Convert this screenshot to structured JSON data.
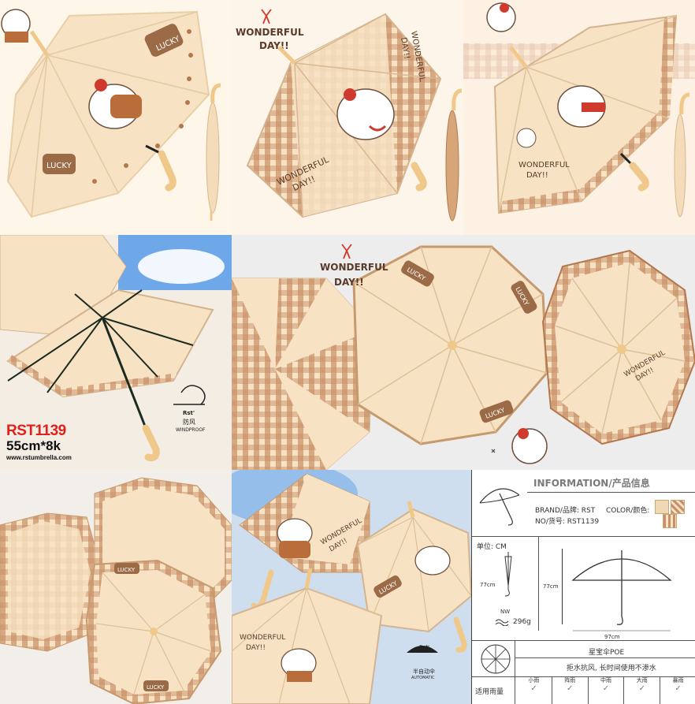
{
  "texts": {
    "lucky": "LUCKY",
    "wonderful": "WONDERFUL",
    "day": "DAY!!",
    "windproof_brand": "Rst'",
    "windproof_cn": "防风",
    "windproof_en": "WINDPROOF",
    "model_big": "RST1139",
    "size_big": "55cm*8k",
    "website": "www.rstumbrella.com",
    "auto_brand": "Rst'",
    "auto_cn": "半自动伞",
    "auto_en": "AUTOMATIC"
  },
  "info": {
    "title": "INFORMATION/产品信息",
    "brand": "BRAND/品牌: RST",
    "color": "COLOR/颜色:",
    "model_no": "NO/货号: RST1139",
    "unit": "单位: CM",
    "height_folded": "77cm",
    "height_open": "77cm",
    "width_open": "97cm",
    "nw_label": "NW",
    "weight": "296g",
    "fabric": "星宝伞POE",
    "feature": "拒水抗风, 长时间使用不渗水",
    "rain_label": "适用雨量",
    "rain_levels": [
      "小雨",
      "阵雨",
      "中雨",
      "大雨",
      "暴雨"
    ]
  },
  "colors": {
    "canopy": "#f7e3c4",
    "plaid": "#b4784f",
    "brown": "#9b6a46",
    "ribbon": "#d03a2c",
    "handle": "#f0c98a",
    "sky": "#6ea8e8",
    "red_text": "#e0201b"
  }
}
